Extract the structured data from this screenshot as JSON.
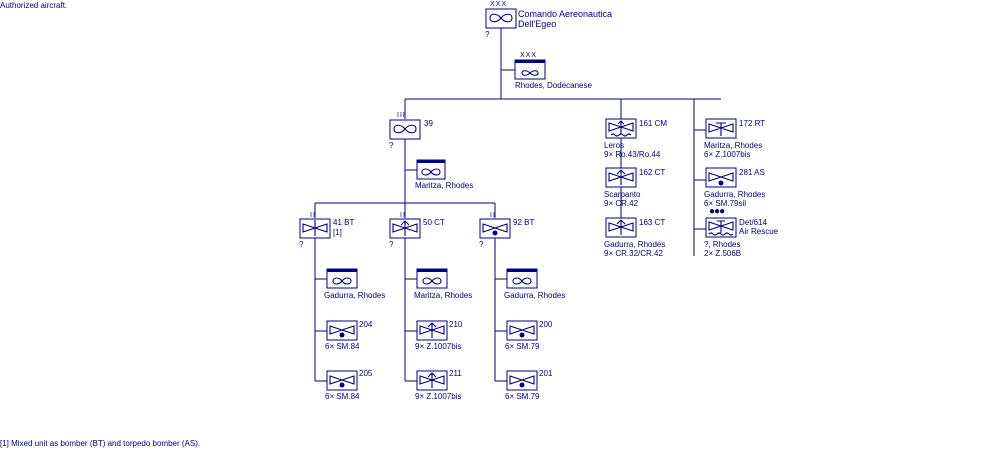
{
  "header_note": "Authorized aircraft.",
  "footnote": "[1] Mixed unit as bomber (BT) and torpedo bomber (AS).",
  "hq": {
    "name_line1": "Comando Aereonautica",
    "name_line2": "Dell'Egeo",
    "echelon": "XXX",
    "strength": "?"
  },
  "hq_base": {
    "location": "Rhodes, Dodecanese",
    "echelon": "XXX"
  },
  "stormo_39": {
    "designation": "39",
    "strength": "?",
    "echelon": "III",
    "base": "Maritza, Rhodes"
  },
  "groups": [
    {
      "designation": "41 BT",
      "note": "[1]",
      "strength": "?",
      "echelon": "II",
      "base": "Gadurra, Rhodes",
      "squadrons": [
        {
          "designation": "204",
          "aircraft": "6× SM.84"
        },
        {
          "designation": "205",
          "aircraft": "6× SM.84"
        }
      ]
    },
    {
      "designation": "50 CT",
      "note": "",
      "strength": "?",
      "echelon": "II",
      "base": "Maritza, Rhodes",
      "squadrons": [
        {
          "designation": "210",
          "aircraft": "9× Z.1007bis"
        },
        {
          "designation": "211",
          "aircraft": "9× Z.1007bis"
        }
      ]
    },
    {
      "designation": "92 BT",
      "note": "",
      "strength": "?",
      "echelon": "II",
      "base": "Gadurra, Rhodes",
      "squadrons": [
        {
          "designation": "200",
          "aircraft": "6× SM.79"
        },
        {
          "designation": "201",
          "aircraft": "6× SM.79"
        }
      ]
    }
  ],
  "independent_col1": [
    {
      "designation": "161 CM",
      "base": "Leros",
      "aircraft": "9× Ro.43/Ro.44"
    },
    {
      "designation": "162 CT",
      "base": "Scarpanto",
      "aircraft": "9× CR.42"
    },
    {
      "designation": "163 CT",
      "base": "Gadurra, Rhodes",
      "aircraft": "9× CR.32/CR.42"
    }
  ],
  "independent_col2": [
    {
      "designation": "172 RT",
      "base": "Maritza, Rhodes",
      "aircraft": "6× Z.1007bis"
    },
    {
      "designation": "281 AS",
      "base": "Gadurra, Rhodes",
      "aircraft": "6× SM.79sil"
    },
    {
      "designation_line1": "Det/614",
      "designation_line2": "Air Rescue",
      "base": "?, Rhodes",
      "aircraft": "2× Z.506B",
      "echelon": "●●●"
    }
  ]
}
